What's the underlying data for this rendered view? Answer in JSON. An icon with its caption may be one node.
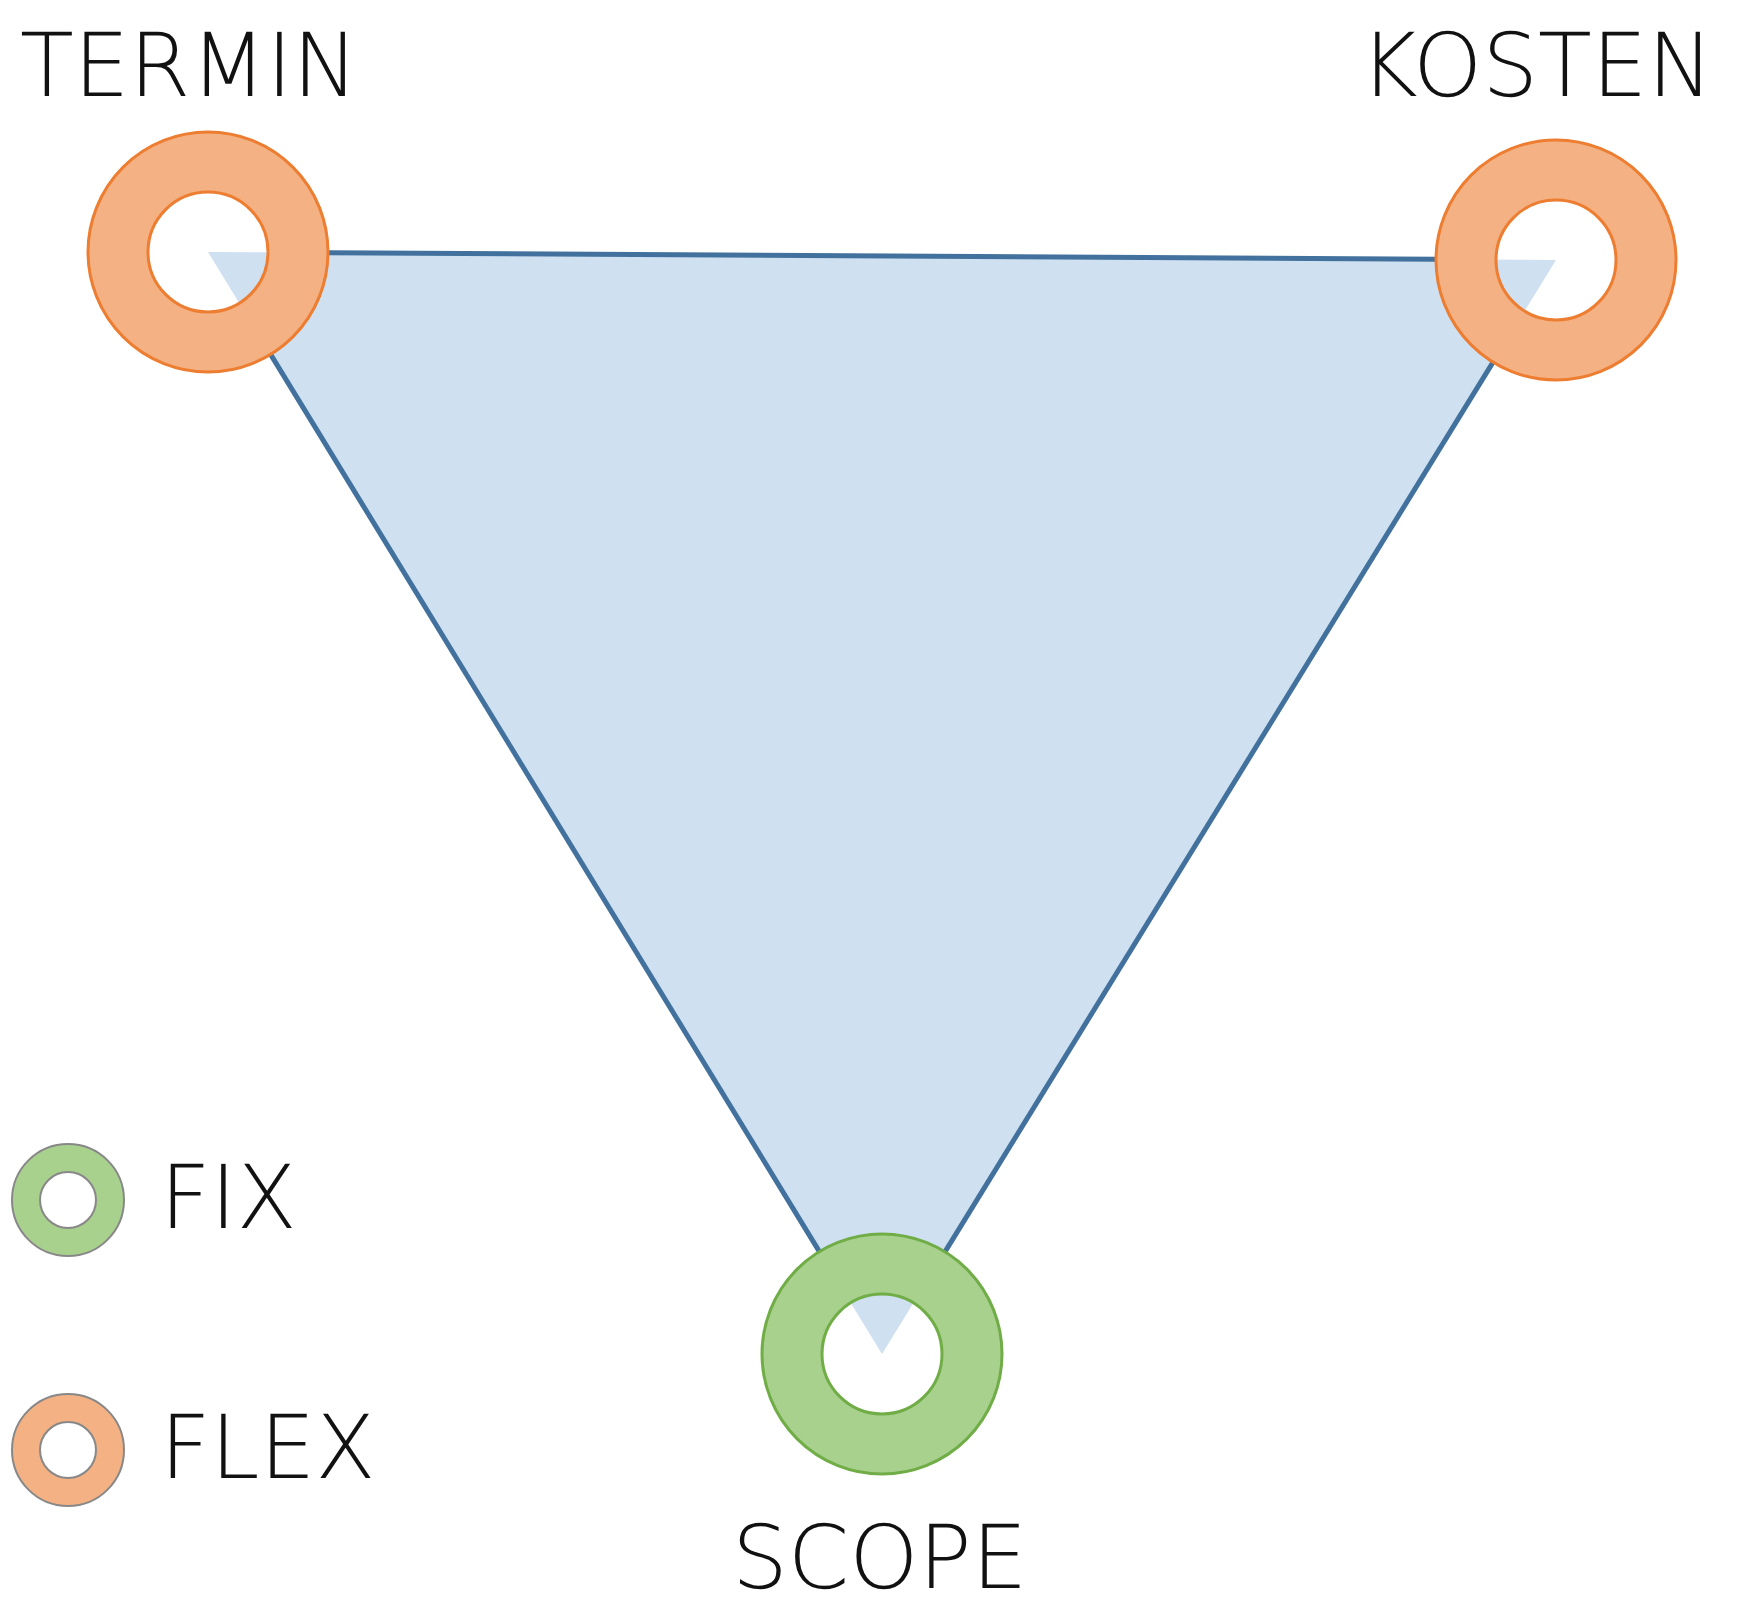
{
  "diagram": {
    "nodes": [
      {
        "text": [
          "TERMIN"
        ]
      },
      {
        "text": [
          "KOSTEN"
        ]
      },
      {
        "text": [
          "SCOPE"
        ]
      }
    ],
    "edges": [
      {
        "from": 0,
        "to": 1,
        "arrow": "none"
      },
      {
        "from": 1,
        "to": 2,
        "arrow": "none"
      },
      {
        "from": 2,
        "to": 0,
        "arrow": "none"
      }
    ],
    "legend": [
      {
        "text": "FIX",
        "color": "#a9d18e"
      },
      {
        "text": "FLEX",
        "color": "#f4b183"
      }
    ]
  }
}
